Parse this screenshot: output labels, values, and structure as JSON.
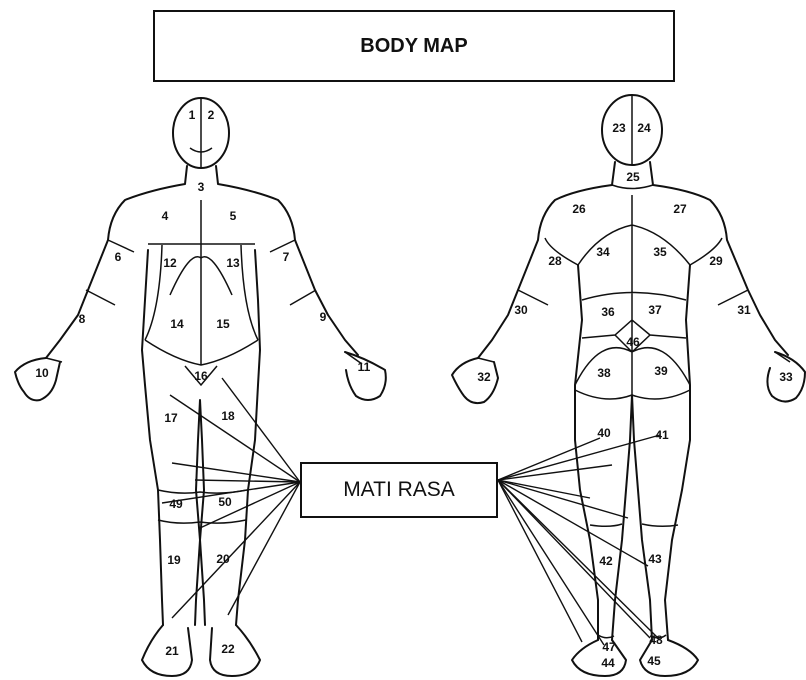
{
  "title": "BODY MAP",
  "label": "MATI RASA",
  "front_regions": [
    "1",
    "2",
    "3",
    "4",
    "5",
    "6",
    "7",
    "8",
    "9",
    "10",
    "11",
    "12",
    "13",
    "14",
    "15",
    "16",
    "17",
    "18",
    "19",
    "20",
    "21",
    "22",
    "49",
    "50"
  ],
  "back_regions": [
    "23",
    "24",
    "25",
    "26",
    "27",
    "28",
    "29",
    "30",
    "31",
    "32",
    "33",
    "34",
    "35",
    "36",
    "37",
    "38",
    "39",
    "40",
    "41",
    "42",
    "43",
    "44",
    "45",
    "46",
    "47",
    "48"
  ]
}
